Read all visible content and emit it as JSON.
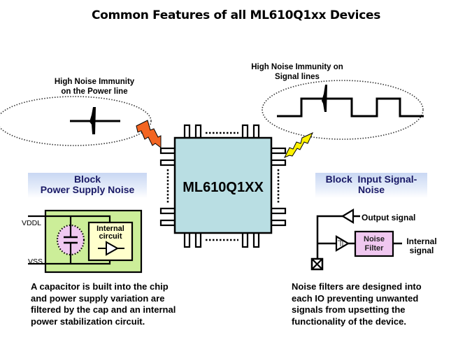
{
  "title": "Common Features of all ML610Q1xx Devices",
  "callouts": {
    "power_line": [
      "High Noise Immunity",
      "on the Power line"
    ],
    "signal_lines": [
      "High Noise Immunity on",
      "Signal lines"
    ]
  },
  "chip": {
    "label": "ML610Q1XX",
    "fill_color": "#b9dee3"
  },
  "lightning": {
    "left_color": "#f26522",
    "right_color": "#fff200"
  },
  "power_block": {
    "header": [
      "Block",
      "Power Supply Noise"
    ],
    "vddl_label": "VDDL",
    "vss_label": "VSS",
    "internal_circuit_label": [
      "Internal",
      "circuit"
    ],
    "outer_fill": "#ccee99",
    "inner_fill": "#ffffcc",
    "cap_fill": "#f0c8f0",
    "description": [
      "A capacitor is built into the chip",
      "and power supply variation are",
      "filtered by the cap and an internal",
      "power stabilization circuit."
    ]
  },
  "signal_block": {
    "header": [
      "Block  Input Signal-",
      "Noise"
    ],
    "output_signal_label": "Output signal",
    "noise_filter_label": [
      "Noise",
      "Filter"
    ],
    "internal_signal_label": [
      "Internal",
      "signal"
    ],
    "filter_fill": "#f0c8f0",
    "description": [
      "Noise filters are designed into",
      "each IO preventing unwanted",
      "signals from upsetting the",
      "functionality of the device."
    ]
  }
}
